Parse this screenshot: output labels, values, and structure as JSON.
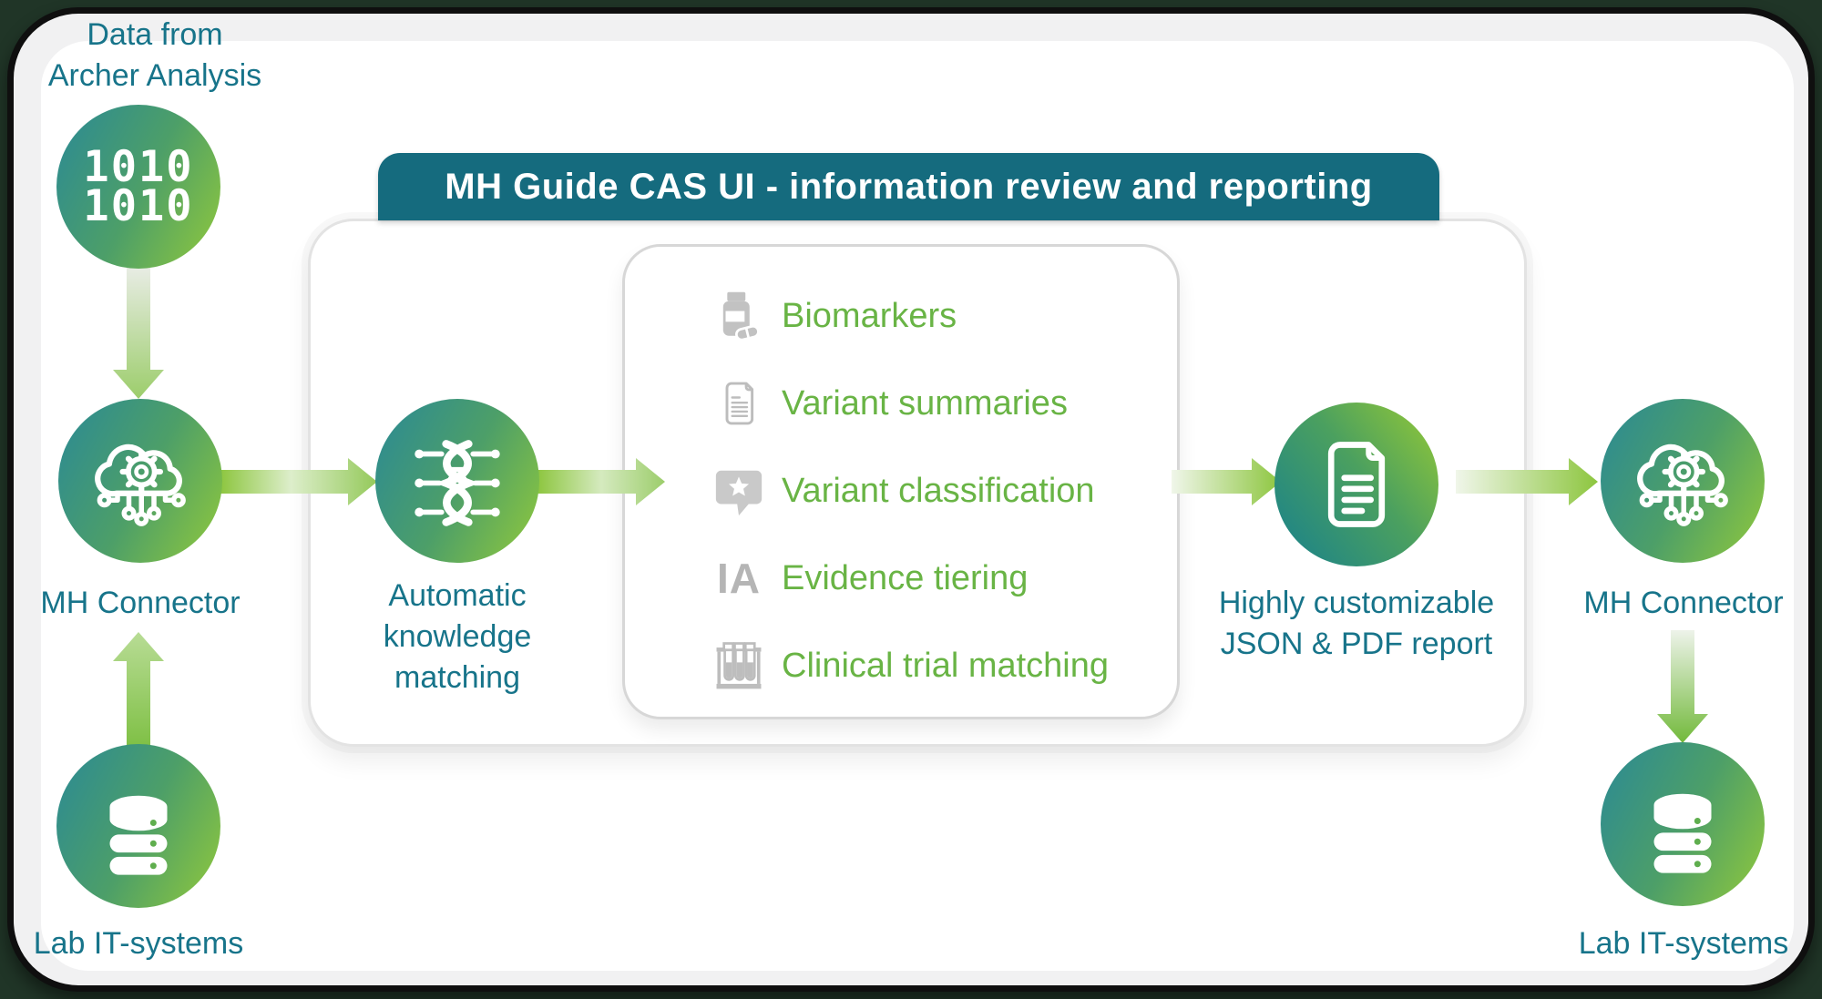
{
  "colors": {
    "header_teal": "#156b7e",
    "teal_text": "#17748a",
    "accent_green": "#8dc63f",
    "feature_green_text": "#69b445",
    "gray_icon": "#c2c2c2",
    "outer_background": "#203527"
  },
  "header": {
    "title": "MH Guide CAS UI - information review and reporting"
  },
  "nodes": {
    "archer": {
      "label": [
        "Data from",
        "Archer Analysis"
      ],
      "binary": [
        "1010",
        "1010"
      ]
    },
    "mh_connector_left": {
      "label": "MH Connector"
    },
    "lab_left": {
      "label": "Lab IT-systems"
    },
    "knowledge": {
      "label": [
        "Automatic",
        "knowledge",
        "matching"
      ]
    },
    "report": {
      "label": [
        "Highly customizable",
        "JSON & PDF report"
      ]
    },
    "mh_connector_right": {
      "label": "MH Connector"
    },
    "lab_right": {
      "label": "Lab IT-systems"
    }
  },
  "features": {
    "items": [
      {
        "icon": "pill-bottle-icon",
        "label": "Biomarkers"
      },
      {
        "icon": "document-icon",
        "label": "Variant summaries"
      },
      {
        "icon": "star-bubble-icon",
        "label": "Variant classification"
      },
      {
        "icon": "ia-letters-icon",
        "label": "Evidence tiering",
        "icon_text": "IA"
      },
      {
        "icon": "test-tubes-icon",
        "label": "Clinical trial matching"
      }
    ]
  }
}
